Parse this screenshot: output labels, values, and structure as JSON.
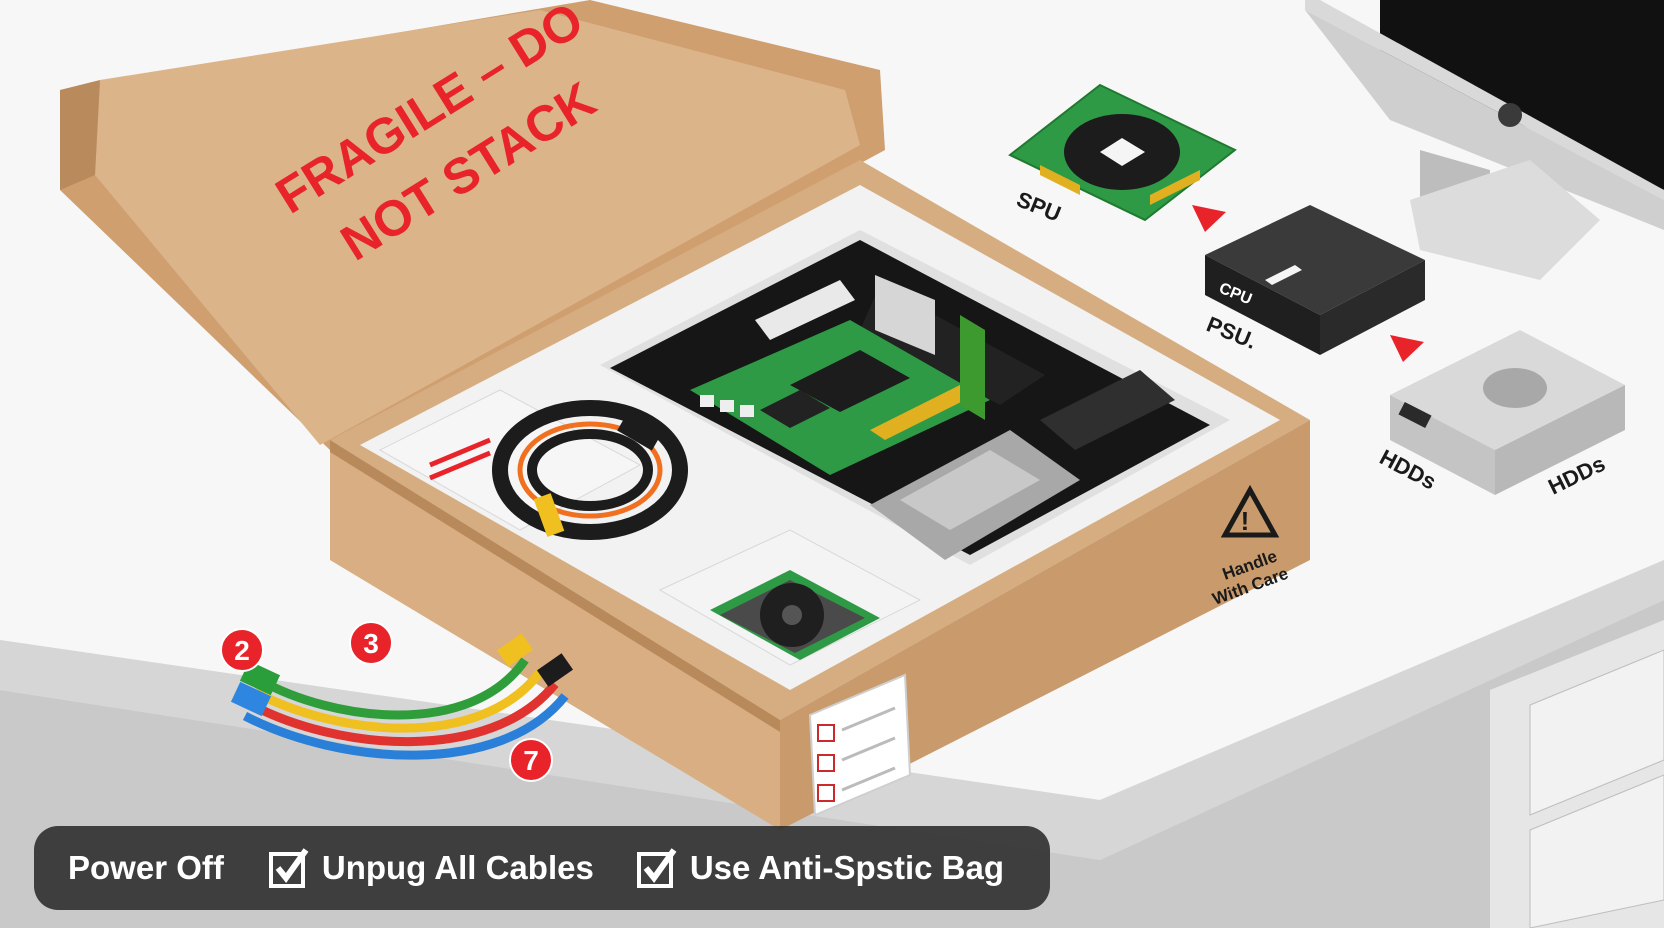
{
  "box": {
    "lid_label_line1": "FRAGILE – DO",
    "lid_label_line2": "NOT STACK",
    "handle_label_line1": "Handle",
    "handle_label_line2": "With Care",
    "warning_icon": "warning-triangle-icon",
    "checklist_icon": "checklist-sticker-icon"
  },
  "components": {
    "spu_label": "SPU",
    "cpu_label": "CPU",
    "psu_label": "PSU.",
    "hdds_label_1": "HDDs",
    "hdds_label_2": "HDDs",
    "arrow_icon": "arrow-down-right-icon"
  },
  "cable_markers": [
    "2",
    "3",
    "7"
  ],
  "checklist_bar": {
    "item1": "Power Off",
    "item2": "Unpug All Cables",
    "item3": "Use Anti-Spstic Bag",
    "check_icon": "checkbox-checked-icon"
  },
  "colors": {
    "accent_red": "#e8232a",
    "cardboard": "#d8ae82",
    "pcb_green": "#2f9a46",
    "bar_bg": "#2a2a2a"
  }
}
